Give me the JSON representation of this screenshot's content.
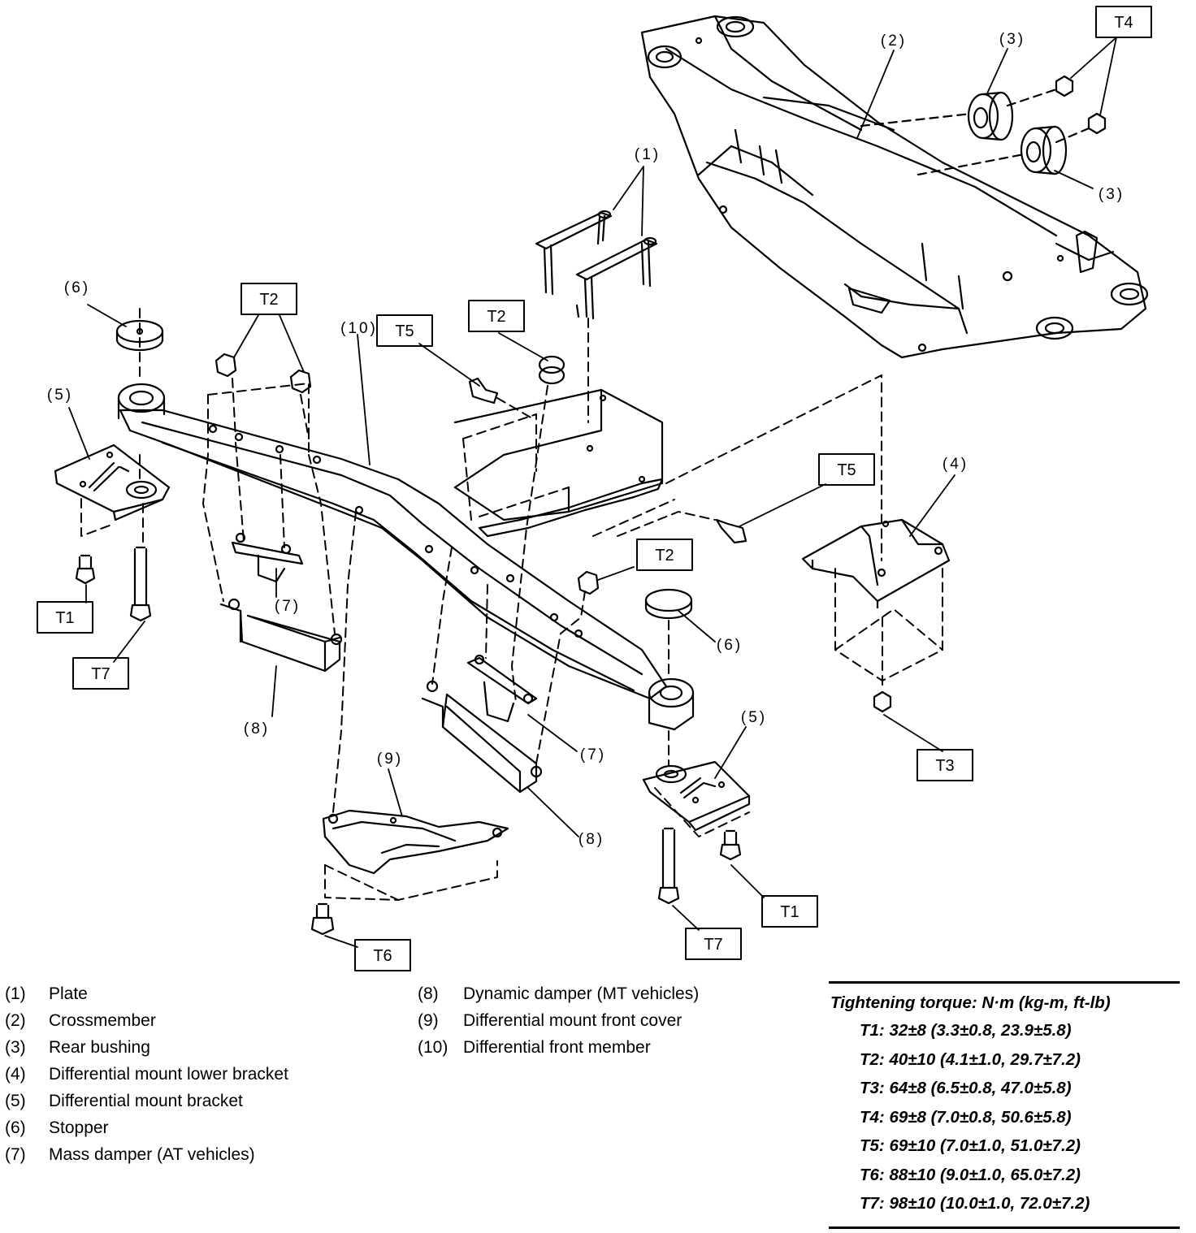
{
  "labels": {
    "n1": "(1)",
    "n2": "(2)",
    "n3a": "(3)",
    "n3b": "(3)",
    "n4": "(4)",
    "n5a": "(5)",
    "n5b": "(5)",
    "n6a": "(6)",
    "n6b": "(6)",
    "n7a": "(7)",
    "n7b": "(7)",
    "n8a": "(8)",
    "n8b": "(8)",
    "n9": "(9)",
    "n10": "(10)"
  },
  "torque_boxes": {
    "t1a": "T1",
    "t1b": "T1",
    "t2a": "T2",
    "t2b": "T2",
    "t2c": "T2",
    "t3": "T3",
    "t4": "T4",
    "t5a": "T5",
    "t5b": "T5",
    "t6": "T6",
    "t7a": "T7",
    "t7b": "T7"
  },
  "legend_left": [
    {
      "num": "(1)",
      "text": "Plate"
    },
    {
      "num": "(2)",
      "text": "Crossmember"
    },
    {
      "num": "(3)",
      "text": "Rear bushing"
    },
    {
      "num": "(4)",
      "text": "Differential mount lower bracket"
    },
    {
      "num": "(5)",
      "text": "Differential mount bracket"
    },
    {
      "num": "(6)",
      "text": "Stopper"
    },
    {
      "num": "(7)",
      "text": "Mass damper (AT vehicles)"
    }
  ],
  "legend_mid": [
    {
      "num": "(8)",
      "text": "Dynamic damper (MT vehicles)"
    },
    {
      "num": "(9)",
      "text": "Differential mount front cover"
    },
    {
      "num": "(10)",
      "text": "Differential front member"
    }
  ],
  "torque_table": {
    "heading": "Tightening torque: N·m (kg-m, ft-lb)",
    "rows": [
      "T1: 32±8 (3.3±0.8, 23.9±5.8)",
      "T2: 40±10 (4.1±1.0, 29.7±7.2)",
      "T3: 64±8 (6.5±0.8, 47.0±5.8)",
      "T4: 69±8 (7.0±0.8, 50.6±5.8)",
      "T5: 69±10 (7.0±1.0, 51.0±7.2)",
      "T6: 88±10 (9.0±1.0, 65.0±7.2)",
      "T7: 98±10 (10.0±1.0, 72.0±7.2)"
    ]
  }
}
